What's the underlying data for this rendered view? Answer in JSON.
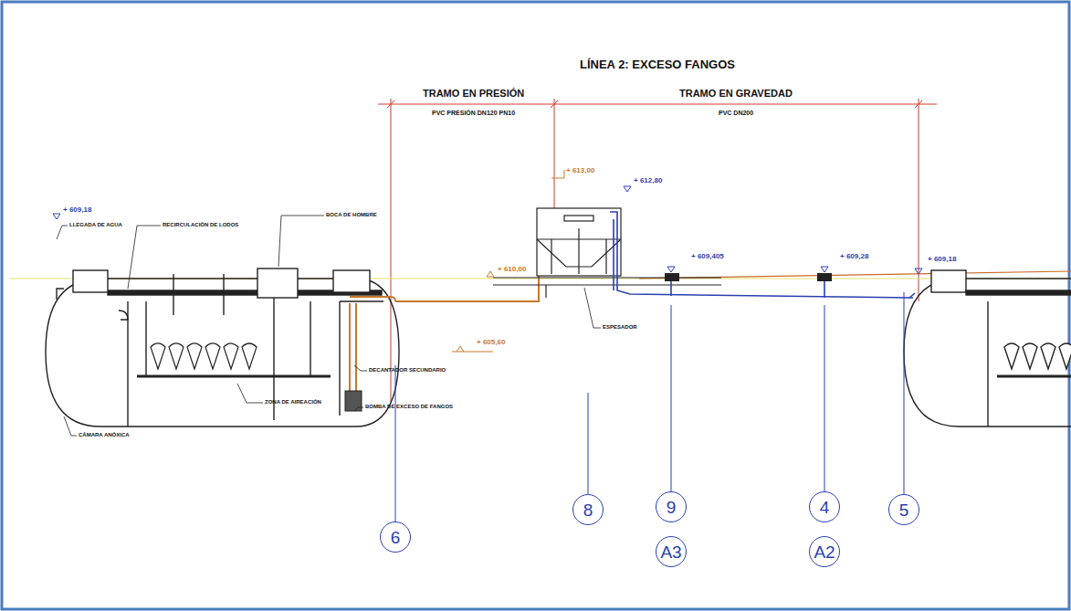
{
  "diagram": {
    "title": "LÍNEA 2: EXCESO FANGOS",
    "nodes": [
      {
        "text": [
          "6"
        ]
      },
      {
        "text": [
          "8"
        ]
      },
      {
        "text": [
          "9"
        ]
      },
      {
        "text": [
          "A3"
        ]
      },
      {
        "text": [
          "4"
        ]
      },
      {
        "text": [
          "A2"
        ]
      },
      {
        "text": [
          "5"
        ]
      }
    ],
    "labels": [
      "TRAMO EN PRESIÓN",
      "PVC PRESIÓN DN120 PN10",
      "TRAMO EN GRAVEDAD",
      "PVC DN200",
      "+ 609,18",
      "LLEGADA DE AGUA",
      "RECIRCULACIÓN DE LODOS",
      "BOCA DE HOMBRE",
      "ZONA DE AIREACIÓN",
      "DECANTADOR SECUNDARIO",
      "BOMBA DE EXCESO DE FANGOS",
      "CÁMARA ANÓXICA",
      "+ 613,00",
      "+ 612,80",
      "+ 610,00",
      "+ 605,60",
      "ESPESADOR",
      "+ 609,405",
      "+ 609,28",
      "+ 609,18"
    ]
  }
}
